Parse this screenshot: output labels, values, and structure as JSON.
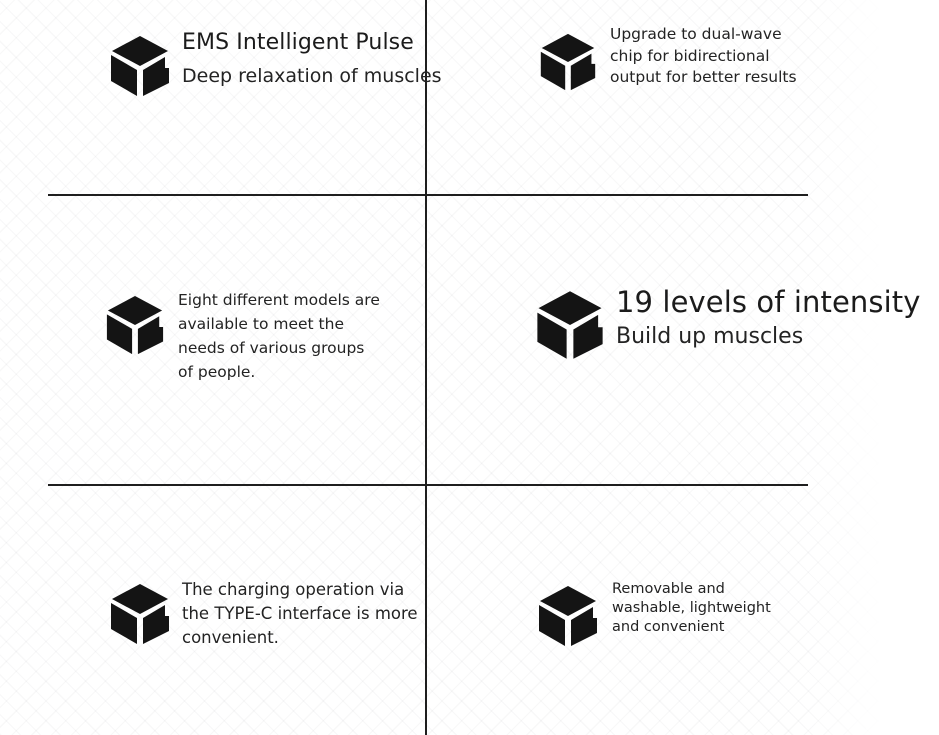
{
  "page": {
    "background_color": "#ffffff",
    "text_color": "#1b1b1b",
    "divider_color": "#1e1e1e"
  },
  "icons": {
    "cube_label": "cube-icon",
    "cube_color": "#141414"
  },
  "cells": [
    {
      "id": "ems",
      "icon": "cube-icon",
      "title": "EMS Intelligent Pulse",
      "subtitle": "Deep relaxation of muscles"
    },
    {
      "id": "chip",
      "icon": "cube-icon",
      "body": "Upgrade to dual-wave chip for bidirectional output for better results"
    },
    {
      "id": "models",
      "icon": "cube-icon",
      "body": "Eight different models are available to meet the needs of various groups of people."
    },
    {
      "id": "intensity",
      "icon": "cube-icon",
      "title": "19 levels of intensity",
      "subtitle": "Build up muscles"
    },
    {
      "id": "charging",
      "icon": "cube-icon",
      "body": "The charging operation via the TYPE-C interface is more convenient."
    },
    {
      "id": "washable",
      "icon": "cube-icon",
      "body": "Removable and washable, lightweight and convenient"
    }
  ]
}
